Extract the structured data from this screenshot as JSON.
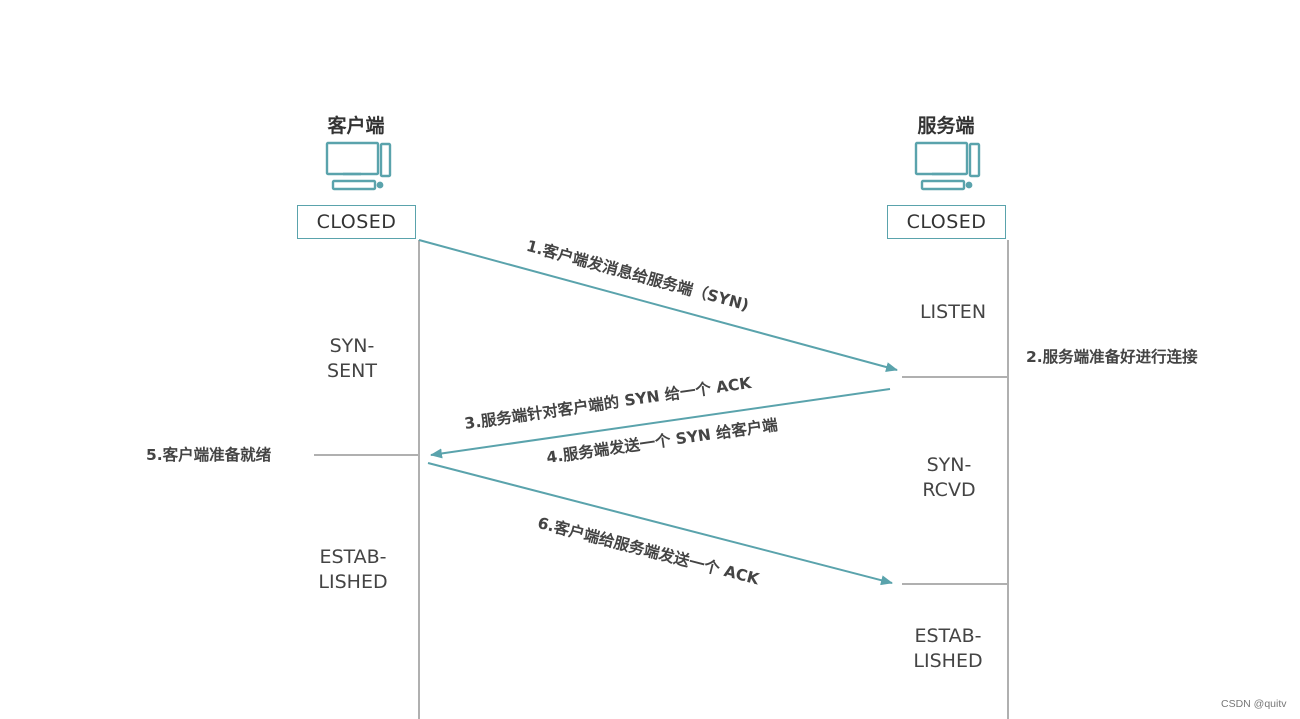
{
  "client": {
    "title": "客户端",
    "initial_state": "CLOSED",
    "states": {
      "syn_sent": [
        "SYN-",
        "SENT"
      ],
      "established": [
        "ESTAB-",
        "LISHED"
      ]
    }
  },
  "server": {
    "title": "服务端",
    "initial_state": "CLOSED",
    "states": {
      "listen": [
        "LISTEN"
      ],
      "syn_rcvd": [
        "SYN-",
        "RCVD"
      ],
      "established": [
        "ESTAB-",
        "LISHED"
      ]
    }
  },
  "messages": {
    "m1": "1.客户端发消息给服务端（SYN)",
    "m2": "2.服务端准备好进行连接",
    "m3": "3.服务端针对客户端的 SYN 给一个 ACK",
    "m4": "4.服务端发送一个 SYN 给客户端",
    "m5": "5.客户端准备就绪",
    "m6": "6.客户端给服务端发送一个 ACK"
  },
  "watermark": "CSDN @quitv",
  "colors": {
    "accent": "#5aa3ac",
    "lifeline": "#b0b0b0",
    "text": "#444444"
  }
}
